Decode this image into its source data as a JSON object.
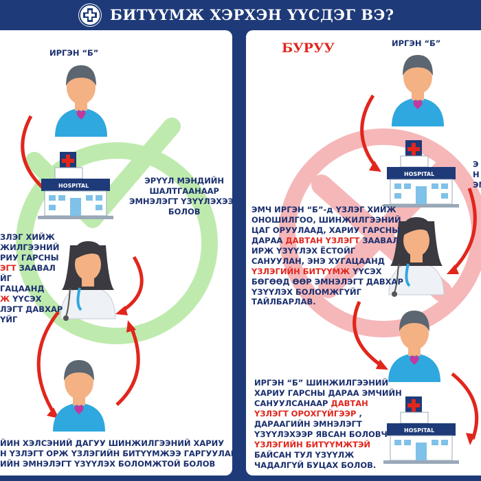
{
  "header": {
    "title": "БИТҮҮМЖ ХЭРХЭН ҮҮСДЭГ ВЭ?",
    "logo_icon": "medical-cross-logo-icon"
  },
  "left_panel": {
    "person_label_top": "ИРГЭН “Б”",
    "hospital_sign": "HOSPITAL",
    "hospital_text": [
      "ЭРҮҮЛ МЭНДИЙН",
      "ШАЛТГААНААР",
      "ЭМНЭЛЭГТ ҮЗҮҮЛЭХЭЭР",
      "БОЛОВ"
    ],
    "doctor_text": {
      "line1": "ЗЛЭГ ХИЙЖ",
      "line2": "ЖИЛГЭЭНИЙ",
      "line3": "РИУ ГАРСНЫ",
      "line4_red": "ЭГТ",
      "line4_rest": " ЗААВАЛ",
      "line5": "ЙГ",
      "line6": "ГАЦААНД",
      "line7_red": "Ж",
      "line7_rest": " ҮҮСЭХ",
      "line8": "ЛЭГТ ДАВХАР",
      "line9": "ҮЙГ"
    },
    "bottom_text": [
      "ЙИН ХЭЛСЭНИЙ ДАГУУ ШИНЖИЛГЭЭНИЙ ХАРИУ",
      "Н ҮЗЛЭГТ ОРЖ ҮЗЛЭГИЙН БИТҮҮМЖЭЭ ГАРГУУЛАН",
      "ИЙН ЭМНЭЛЭГТ ҮЗҮҮЛЭХ БОЛОМЖТОЙ БОЛОВ"
    ],
    "colors": {
      "check": "#bfeaae"
    }
  },
  "right_panel": {
    "wrong_label": "БУРУУ",
    "person_label_top": "ИРГЭН “Б”",
    "hospital_sign": "HOSPITAL",
    "hospital_side_text": [
      "Э",
      "Н",
      "ЭМНЭ"
    ],
    "doctor_text": {
      "line1": "ЭМЧ ИРГЭН “Б”-д ҮЗЛЭГ ХИЙЖ",
      "line2": "ОНОШИЛГОО, ШИНЖИЛГЭЭНИЙ",
      "line3": "ЦАГ ОРУУЛААД, ХАРИУ ГАРСНЫ",
      "line4_pre": "ДАРАА ",
      "line4_red": "ДАВТАН ҮЗЛЭГТ",
      "line4_post": " ЗААВАЛ",
      "line5": "ИРЖ ҮЗҮҮЛЭХ ЁСТОЙГ",
      "line6": "САНУУЛАН, ЭНЭ ХУГАЦААНД",
      "line7_red": "ҮЗЛЭГИЙН БИТҮҮМЖ",
      "line7_post": " ҮҮСЭХ",
      "line8": "БӨГӨӨД ӨӨР ЭМНЭЛЭГТ ДАВХАР",
      "line9": "ҮЗҮҮЛЭХ БОЛОМЖГҮЙГ",
      "line10": "ТАЙЛБАРЛАВ."
    },
    "bottom_text": {
      "line1": "ИРГЭН “Б” ШИНЖИЛГЭЭНИЙ",
      "line2": "ХАРИУ ГАРСНЫ ДАРАА ЭМЧИЙН",
      "line3_pre": "САНУУЛСАНААР ",
      "line3_red": "ДАВТАН",
      "line4_red": "ҮЗЛЭГТ ОРОХГҮЙГЭЭР",
      "line4_post": " ,",
      "line5": "ДАРААГИЙН ЭМНЭЛЭГТ",
      "line6": "ҮЗҮҮЛЭХЭЭР ЯВСАН БОЛОВЧ",
      "line7_red": "ҮЗЛЭГИЙН БИТҮҮМЖТЭЙ",
      "line8": "БАЙСАН ТУЛ ҮЗҮҮЛЖ",
      "line9": "ЧАДАЛГҮЙ БУЦАХ БОЛОВ."
    },
    "colors": {
      "cross": "#f6b7b9"
    }
  },
  "colors": {
    "navy": "#1e3a78",
    "red": "#e1261c",
    "arrow": "#e1261c",
    "shirt": "#2fa7df",
    "skin": "#f4b183",
    "hair": "#5b6670"
  }
}
